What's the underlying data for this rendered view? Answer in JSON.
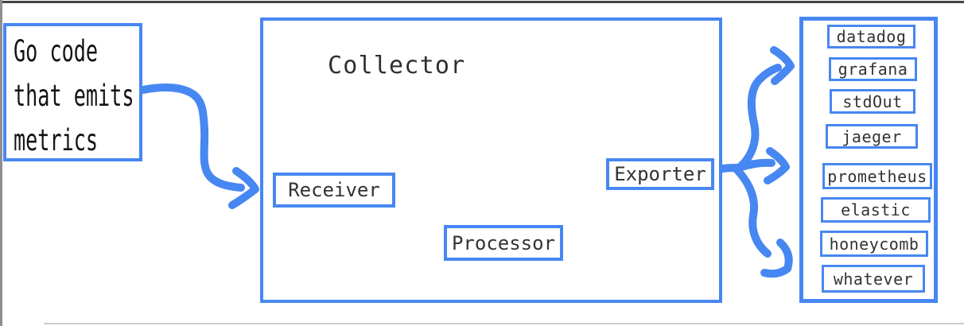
{
  "diagram": {
    "source_box": {
      "lines": [
        "Go code",
        "that emits",
        "metrics"
      ]
    },
    "collector": {
      "title": "Collector",
      "stages": [
        {
          "label": "Receiver"
        },
        {
          "label": "Processor"
        },
        {
          "label": "Exporter"
        }
      ]
    },
    "destinations": {
      "items": [
        "datadog",
        "grafana",
        "stdOut",
        "jaeger",
        "prometheus",
        "elastic",
        "honeycomb",
        "whatever"
      ]
    },
    "colors": {
      "accent_blue": "#4787f1",
      "text_dark": "#333333"
    }
  }
}
